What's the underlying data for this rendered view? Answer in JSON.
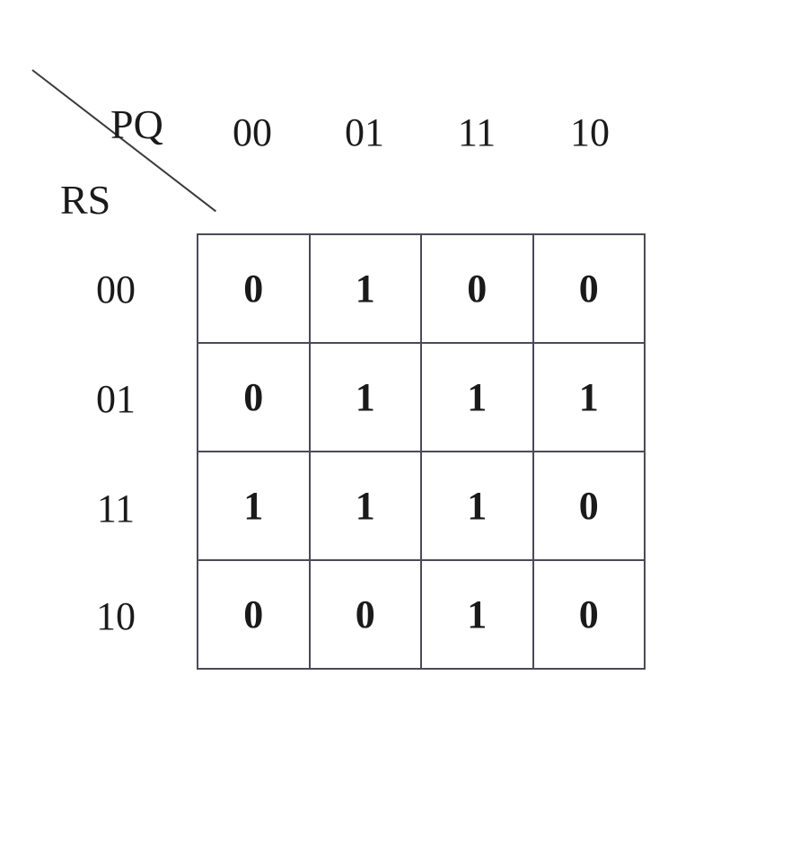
{
  "kmap": {
    "column_variable": "PQ",
    "row_variable": "RS",
    "column_headers": [
      "00",
      "01",
      "11",
      "10"
    ],
    "row_headers": [
      "00",
      "01",
      "11",
      "10"
    ],
    "cells": [
      [
        "0",
        "1",
        "0",
        "0"
      ],
      [
        "0",
        "1",
        "1",
        "1"
      ],
      [
        "1",
        "1",
        "1",
        "0"
      ],
      [
        "0",
        "0",
        "1",
        "0"
      ]
    ]
  }
}
